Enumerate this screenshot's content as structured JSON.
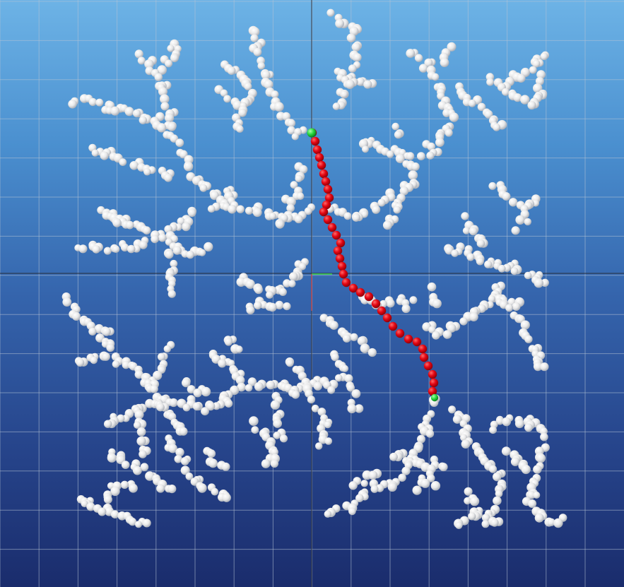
{
  "scene": {
    "background_top": "#6db3e6",
    "background_bottom": "#1a2c6c",
    "grid_color": "#b7c3d4",
    "axis_color": "#2b2f3a",
    "particle_color": "#f4f4f4",
    "path_color": "#e30613",
    "endpoint_color": "#22d43a",
    "origin_x_axis_color": "#3fe04a",
    "origin_y_axis_color": "#d04040",
    "icons": {
      "particle": "sphere",
      "path_node": "sphere",
      "endpoint": "sphere"
    }
  }
}
